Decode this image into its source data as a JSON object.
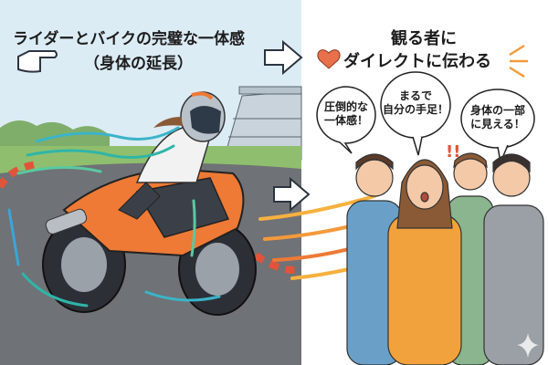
{
  "left_panel": {
    "title_line1": "ライダーとバイクの完璧な一体感",
    "title_line2": "（身体の延長）",
    "pointing_icon": "pointing-hand-icon"
  },
  "right_panel": {
    "title_line1": "観る者に",
    "title_line2": "ダイレクトに伝わる",
    "heart_icon": "heart-icon",
    "heart_color": "#e8704a"
  },
  "bubbles": [
    {
      "line1": "圧倒的な",
      "line2": "一体感！"
    },
    {
      "line1": "まるで",
      "line2": "自分の手足！"
    },
    {
      "line1": "身体の一部",
      "line2": "に見える！"
    }
  ],
  "colors": {
    "sky": "#dcecf5",
    "track": "#6f7276",
    "bike_orange": "#ee7a35",
    "wind_teal": "#2fb5a8",
    "flame_orange": "#f39a3c"
  }
}
